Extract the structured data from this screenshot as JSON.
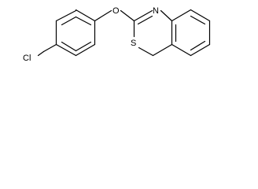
{
  "structure": {
    "atoms": {
      "chlorine": "Cl",
      "oxygen": "O",
      "nitrogen": "N",
      "sulfur": "S"
    },
    "colors": {
      "bond": "#000000",
      "label": "#000000",
      "background": "#ffffff"
    }
  }
}
